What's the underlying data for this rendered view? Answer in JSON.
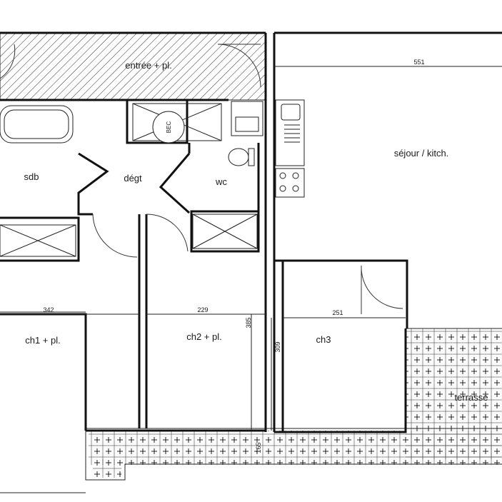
{
  "rooms": {
    "entree": "entrée + pl.",
    "sejour": "séjour / kitch.",
    "sdb": "sdb",
    "degt": "dégt",
    "wc": "wc",
    "ch1": "ch1 + pl.",
    "ch2": "ch2 + pl.",
    "ch3": "ch3",
    "terrasse": "terrasse"
  },
  "fixtures": {
    "ballon": "BEC"
  },
  "dimensions": {
    "sejour_width": "551",
    "ch1_width": "342",
    "ch2_width": "229",
    "ch3_width": "251",
    "ch2_depth": "385",
    "ch3_depth": "309",
    "balcony_depth": "165"
  },
  "colors": {
    "ink": "#111111",
    "background": "#ffffff"
  }
}
